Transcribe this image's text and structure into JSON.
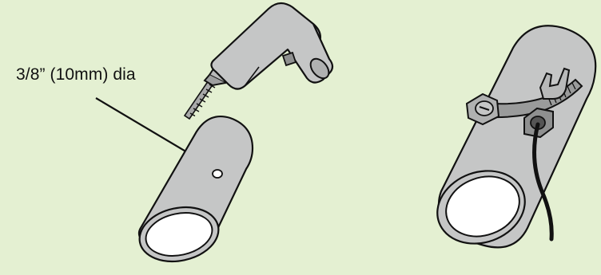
{
  "diagram": {
    "callout_label": "3/8” (10mm) dia",
    "colors": {
      "background": "#e4f0d2",
      "metal": "#c5c6c6",
      "metal_dark": "#8f9090",
      "tube_inside": "#ffffff",
      "outline": "#111111",
      "cable": "#111111"
    },
    "objects": [
      "right-angle-drill",
      "drilled-pipe",
      "leader-line",
      "clamped-pipe-with-sensor"
    ]
  }
}
